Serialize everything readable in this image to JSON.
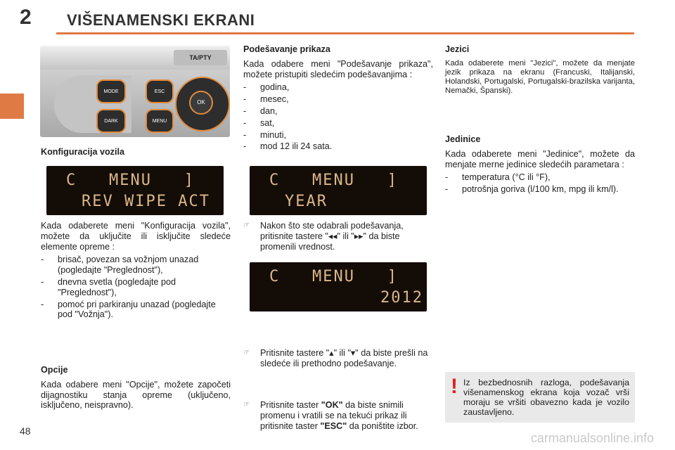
{
  "header": {
    "chapter_number": "2",
    "chapter_title": "VIŠENAMENSKI EKRANI"
  },
  "page_number": "48",
  "watermark": "carmanualsonline.info",
  "panel_image": {
    "buttons": [
      "MODE",
      "DARK",
      "ESC",
      "MENU",
      "OK",
      "TA/PTY"
    ]
  },
  "col1": {
    "heading": "Konfiguracija vozila",
    "display": {
      "line1": "C   MENU   ]",
      "line2": "REV WIPE ACT"
    },
    "intro": "Kada odaberete meni \"Konfiguracija vozila\", možete da uključite ili isključite sledeće elemente opreme :",
    "items": [
      "brisač, povezan sa vožnjom unazad (pogledajte \"Preglednost\"),",
      "dnevna svetla (pogledajte pod \"Preglednost\"),",
      "pomoć pri parkiranju unazad (pogledajte pod \"Vožnja\")."
    ],
    "opcije_heading": "Opcije",
    "opcije_text": "Kada odabere meni \"Opcije\", možete započeti dijagnostiku stanja opreme (uključeno, isključeno, neispravno)."
  },
  "col2": {
    "heading": "Podešavanje prikaza",
    "intro": "Kada odabere meni \"Podešavanje prikaza\", možete pristupiti sledećim podešavanjima :",
    "items": [
      "godina,",
      "mesec,",
      "dan,",
      "sat,",
      "minuti,",
      "mod 12 ili 24 sata."
    ],
    "display1": {
      "line1": "C   MENU   ]",
      "line2": "YEAR"
    },
    "bullet1": "Nakon što ste odabrali podešavanja, pritisnite tastere \"◂◂\" ili \"▸▸\" da biste promenili vrednost.",
    "display2": {
      "line1": "C   MENU   ]",
      "line2": "2012"
    },
    "bullet2": "Pritisnite tastere \"▴\" ili \"▾\" da biste prešli na sledeće ili prethodno podešavanje.",
    "bullet3_pre": "Pritisnite taster ",
    "bullet3_ok": "\"OK\"",
    "bullet3_mid": " da biste snimili promenu i vratili se na tekući prikaz ili pritisnite taster ",
    "bullet3_esc": "\"ESC\"",
    "bullet3_post": " da poništite izbor."
  },
  "col3": {
    "jezici_heading": "Jezici",
    "jezici_text": "Kada odaberete meni \"Jezici\", možete da menjate jezik prikaza na ekranu (Francuski, Italijanski, Holandski, Portugalski, Portugalski-brazilska varijanta, Nemački, Španski).",
    "jedinice_heading": "Jedinice",
    "jedinice_text": "Kada odaberete meni \"Jedinice\", možete da menjate merne jedinice sledećih parametara :",
    "items": [
      "temperatura (°C ili °F),",
      "potrošnja goriva (l/100 km, mpg ili km/l)."
    ],
    "warning": "Iz bezbednosnih razloga, podešavanja višenamenskog ekrana koja vozač vrši moraju se vršiti obavezno kada je vozilo zaustavljeno."
  }
}
